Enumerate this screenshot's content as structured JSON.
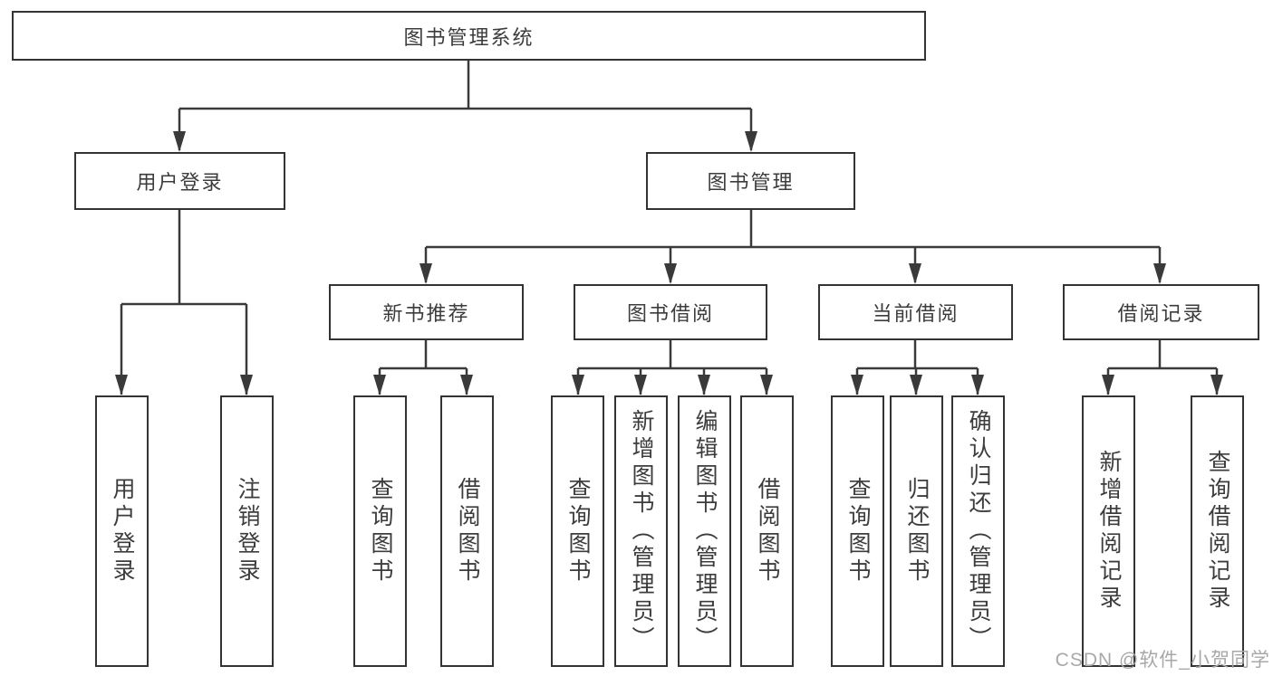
{
  "diagram": {
    "root": "图书管理系统",
    "user_login": {
      "label": "用户登录",
      "children": [
        "用户登录",
        "注销登录"
      ]
    },
    "book_management": {
      "label": "图书管理",
      "sections": [
        {
          "label": "新书推荐",
          "children": [
            "查询图书",
            "借阅图书"
          ]
        },
        {
          "label": "图书借阅",
          "children": [
            "查询图书",
            "新增图书（管理员）",
            "编辑图书（管理员）",
            "借阅图书"
          ]
        },
        {
          "label": "当前借阅",
          "children": [
            "查询图书",
            "归还图书",
            "确认归还（管理员）"
          ]
        },
        {
          "label": "借阅记录",
          "children": [
            "新增借阅记录",
            "查询借阅记录"
          ]
        }
      ]
    }
  },
  "watermark": "CSDN @软件_小贺同学",
  "colors": {
    "line": "#3a3a3a",
    "box_border": "#333333",
    "text": "#3c3c3c",
    "watermark": "#a8a8a8",
    "background": "#ffffff"
  }
}
